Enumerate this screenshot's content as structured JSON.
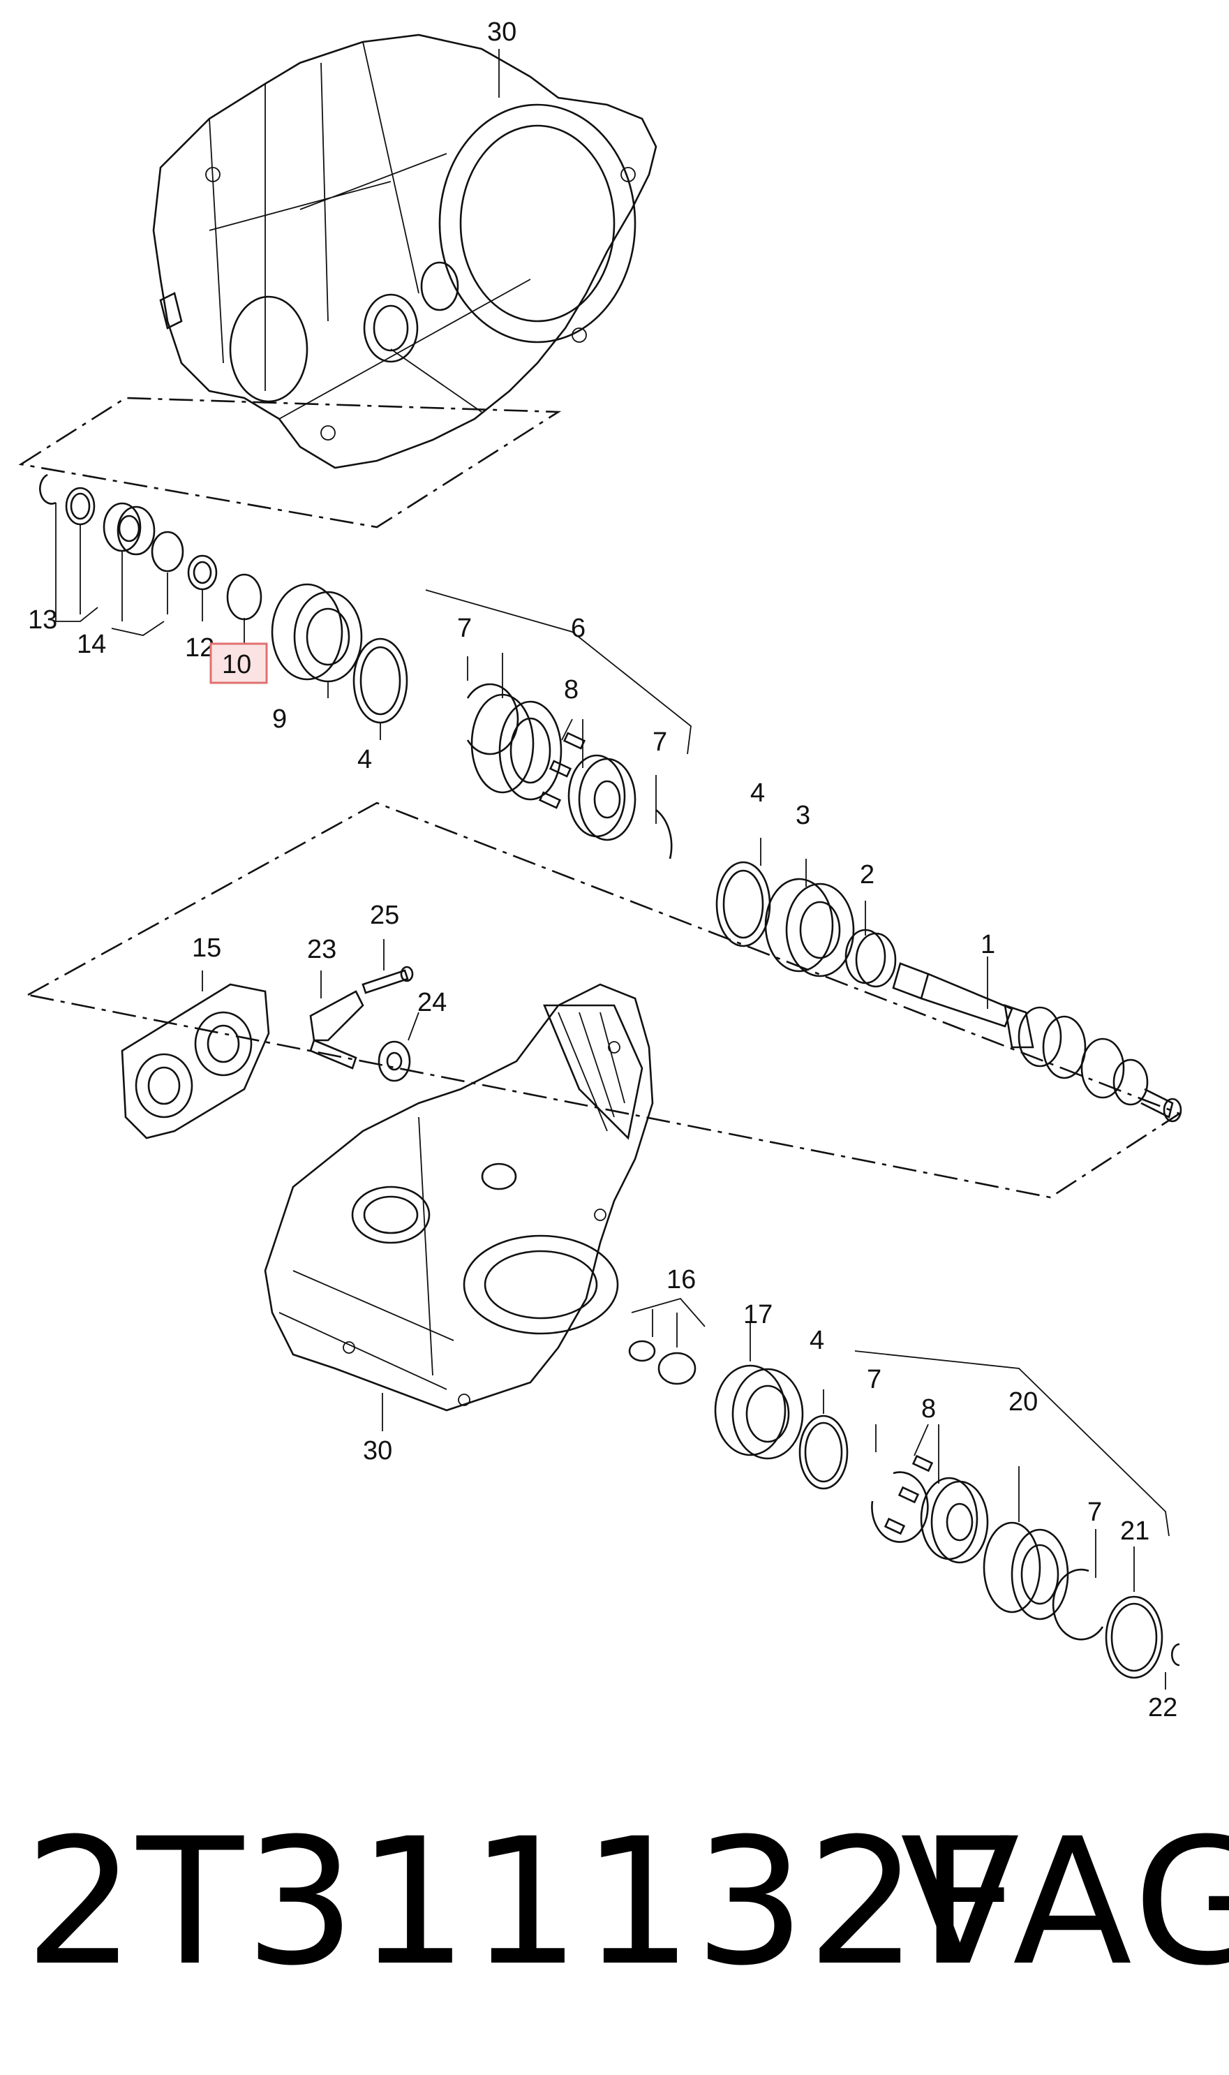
{
  "diagram": {
    "callouts": {
      "c1": "1",
      "c2": "2",
      "c3": "3",
      "c4a": "4",
      "c4b": "4",
      "c4c": "4",
      "c6": "6",
      "c7a": "7",
      "c7b": "7",
      "c7c": "7",
      "c7d": "7",
      "c8a": "8",
      "c8b": "8",
      "c9": "9",
      "c10": "10",
      "c12": "12",
      "c13": "13",
      "c14": "14",
      "c15": "15",
      "c16": "16",
      "c17": "17",
      "c20": "20",
      "c21": "21",
      "c22": "22",
      "c23": "23",
      "c24": "24",
      "c25": "25",
      "c30a": "30",
      "c30b": "30"
    },
    "highlighted_callout": "10",
    "highlight_color": "#e07070"
  },
  "footer": {
    "part_number": "2T311132F",
    "brand": "VAG"
  }
}
